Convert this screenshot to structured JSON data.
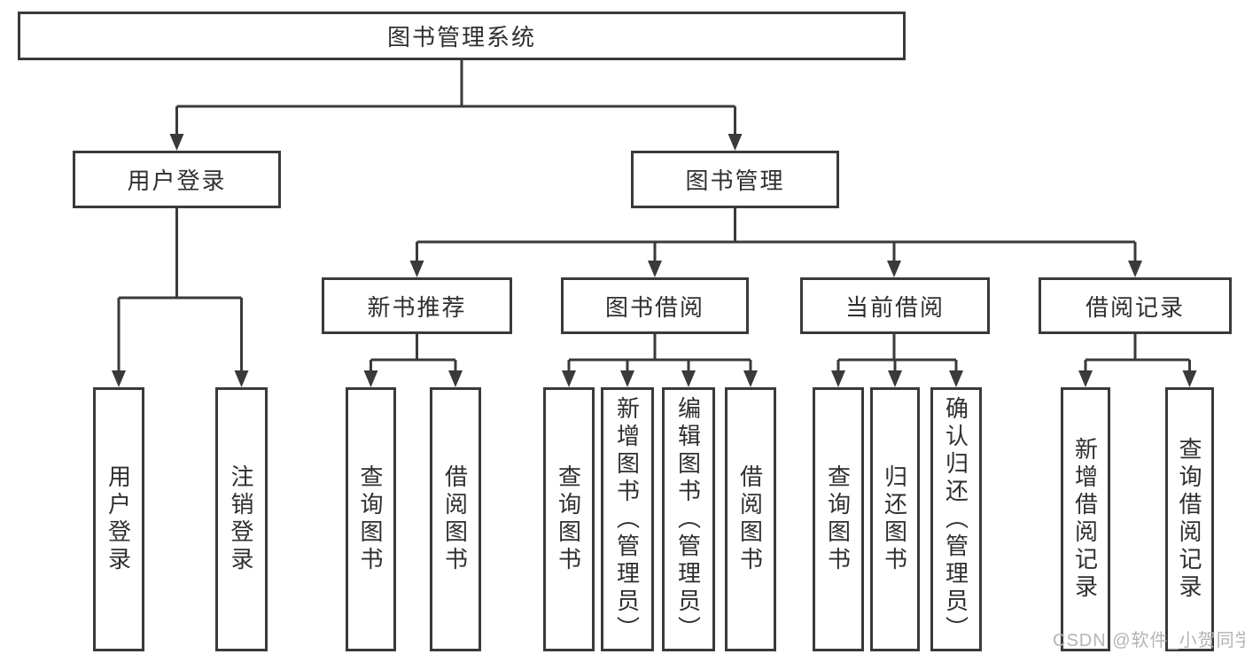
{
  "diagram": {
    "colors": {
      "line": "#3a3a3a",
      "text": "#2f2f2f",
      "watermark": "#b4b4b4",
      "background": "#ffffff"
    },
    "root": {
      "label": "图书管理系统"
    },
    "branches": [
      {
        "label": "用户登录",
        "children": [
          {
            "label": "用户登录"
          },
          {
            "label": "注销登录"
          }
        ]
      },
      {
        "label": "图书管理",
        "children": [
          {
            "label": "新书推荐",
            "children": [
              {
                "label": "查询图书"
              },
              {
                "label": "借阅图书"
              }
            ]
          },
          {
            "label": "图书借阅",
            "children": [
              {
                "label": "查询图书"
              },
              {
                "label": "新增图书（管理员）"
              },
              {
                "label": "编辑图书（管理员）"
              },
              {
                "label": "借阅图书"
              }
            ]
          },
          {
            "label": "当前借阅",
            "children": [
              {
                "label": "查询图书"
              },
              {
                "label": "归还图书"
              },
              {
                "label": "确认归还（管理员）"
              }
            ]
          },
          {
            "label": "借阅记录",
            "children": [
              {
                "label": "新增借阅记录"
              },
              {
                "label": "查询借阅记录"
              }
            ]
          }
        ]
      }
    ],
    "watermark": "CSDN @软件_小贺同学"
  }
}
